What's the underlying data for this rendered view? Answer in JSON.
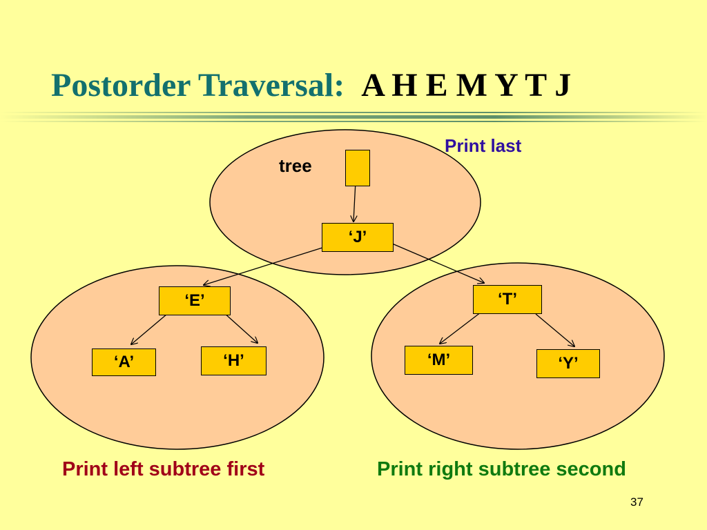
{
  "slide": {
    "title": "Postorder Traversal:",
    "traversal_sequence": "A H E M Y T J",
    "page_number": "37"
  },
  "labels": {
    "tree": "tree",
    "print_last": "Print last",
    "print_left": "Print left subtree first",
    "print_right": "Print right subtree second"
  },
  "nodes": {
    "J": "‘J’",
    "E": "‘E’",
    "T": "‘T’",
    "A": "‘A’",
    "H": "‘H’",
    "M": "‘M’",
    "Y": "‘Y’"
  },
  "colors": {
    "background": "#ffff9c",
    "title": "#13706e",
    "node_fill": "#ffcc00",
    "subtree_fill": "#ffcc99",
    "print_last": "#3010a0",
    "print_left": "#a00018",
    "print_right": "#0f7a0f"
  }
}
